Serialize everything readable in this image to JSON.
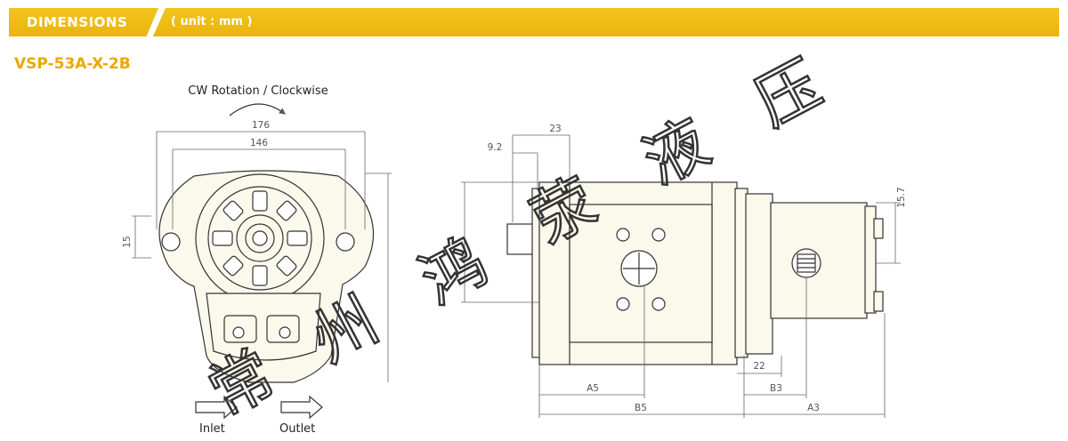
{
  "header": {
    "title": "DIMENSIONS",
    "unit": "( unit : mm )"
  },
  "model": "VSP-53A-X-2B",
  "front_view": {
    "rotation_label": "CW Rotation / Clockwise",
    "dim_176": "176",
    "dim_146": "146",
    "dim_15": "15",
    "inlet_label": "Inlet",
    "outlet_label": "Outlet"
  },
  "side_view": {
    "dim_23": "23",
    "dim_9_2": "9.2",
    "dim_15_7": "15.7",
    "dim_22": "22",
    "label_a5": "A5",
    "label_b5": "B5",
    "label_b3": "B3",
    "label_a3": "A3"
  },
  "watermark": [
    "常",
    "州",
    "鸿",
    "荥",
    "液",
    "压"
  ],
  "colors": {
    "header": "#f0bc14",
    "model_text": "#e9a800",
    "body_fill": "#fbf8ec",
    "line": "#333333"
  }
}
